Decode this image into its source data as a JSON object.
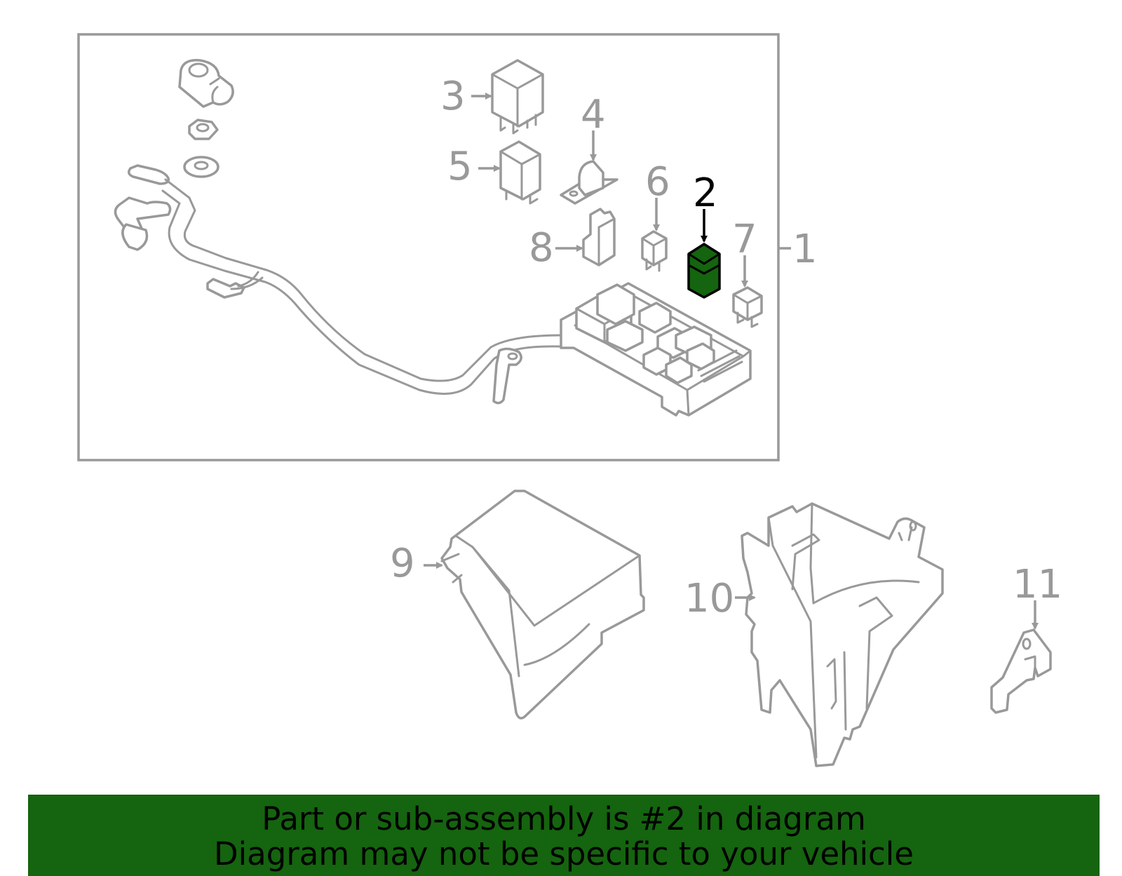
{
  "colors": {
    "line_art": "#999999",
    "highlight": "#15640f",
    "banner_background": "#15640f",
    "banner_text": "#000000"
  },
  "selected_part": "2",
  "callouts": {
    "c1": "1",
    "c2": "2",
    "c3": "3",
    "c4": "4",
    "c5": "5",
    "c6": "6",
    "c7": "7",
    "c8": "8",
    "c9": "9",
    "c10": "10",
    "c11": "11"
  },
  "banner": {
    "line1": "Part or sub-assembly is #2 in diagram",
    "line2": "Diagram may not be specific to your vehicle"
  }
}
